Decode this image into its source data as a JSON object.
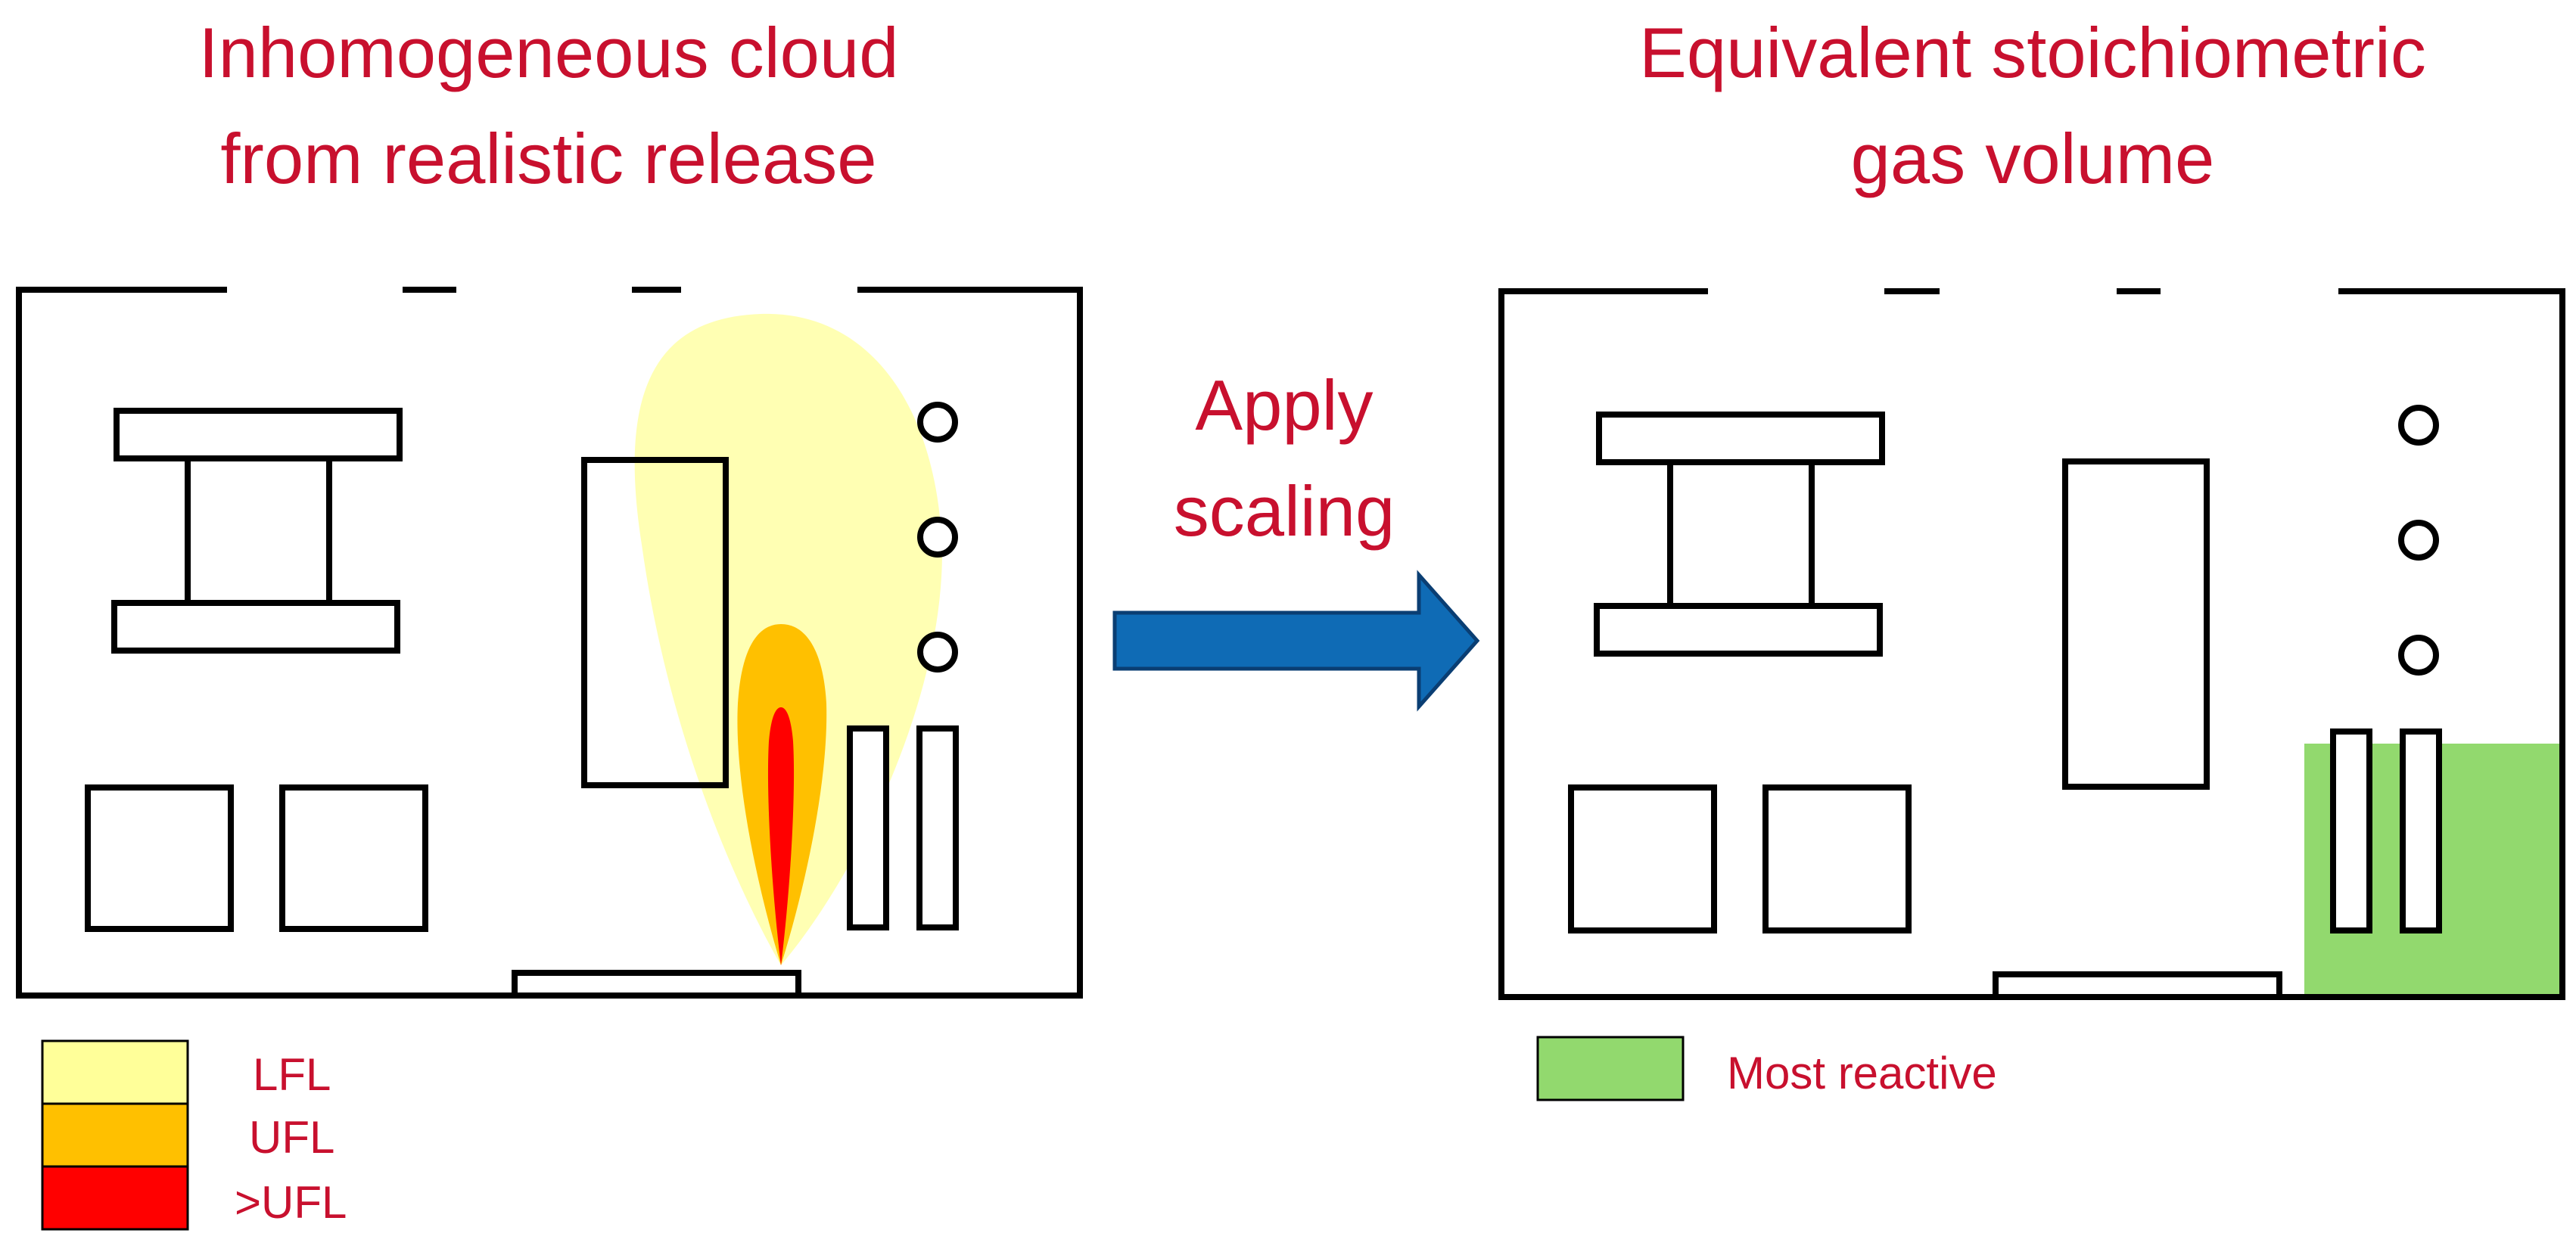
{
  "left_panel": {
    "title_line1": "Inhomogeneous cloud",
    "title_line2": "from realistic release"
  },
  "right_panel": {
    "title_line1": "Equivalent stoichiometric",
    "title_line2": "gas volume"
  },
  "arrow": {
    "label_line1": "Apply",
    "label_line2": "scaling",
    "color": "#0f6bb5"
  },
  "legend_left": [
    {
      "label": "LFL",
      "color": "#ffff99"
    },
    {
      "label": "UFL",
      "color": "#ffc000"
    },
    {
      "label": ">UFL",
      "color": "#ff0000"
    }
  ],
  "legend_right": [
    {
      "label": "Most reactive",
      "color": "#92d96e"
    }
  ],
  "text_color": "#c8102e"
}
